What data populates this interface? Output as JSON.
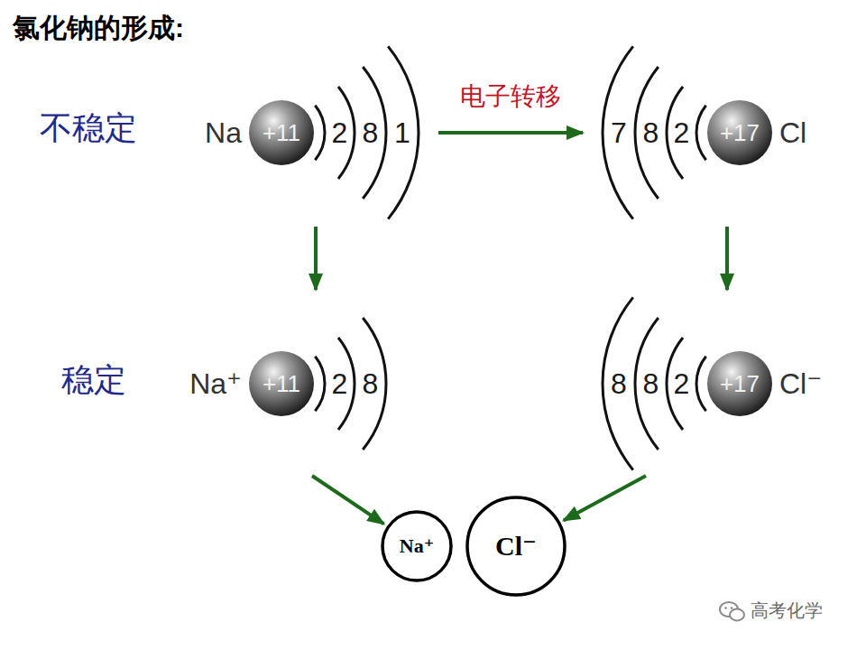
{
  "diagram": {
    "title": "氯化钠的形成:",
    "nodes": [
      {
        "text": [
          "Na",
          "+11",
          "2",
          "8",
          "1"
        ]
      },
      {
        "text": [
          "7",
          "8",
          "2",
          "+17",
          "Cl"
        ]
      },
      {
        "text": [
          "Na⁺",
          "+11",
          "2",
          "8"
        ]
      },
      {
        "text": [
          "8",
          "8",
          "2",
          "+17",
          "Cl⁻"
        ]
      },
      {
        "text": [
          "Na⁺"
        ]
      },
      {
        "text": [
          "Cl⁻"
        ]
      }
    ],
    "edges": [
      {
        "from": 0,
        "to": 1,
        "arrow": "to",
        "label": "电子转移"
      },
      {
        "from": 0,
        "to": 2,
        "arrow": "to"
      },
      {
        "from": 1,
        "to": 3,
        "arrow": "to"
      },
      {
        "from": 2,
        "to": 4,
        "arrow": "to"
      },
      {
        "from": 3,
        "to": 5,
        "arrow": "to"
      }
    ],
    "labels": [
      "不稳定",
      "稳定",
      "高考化学"
    ]
  }
}
